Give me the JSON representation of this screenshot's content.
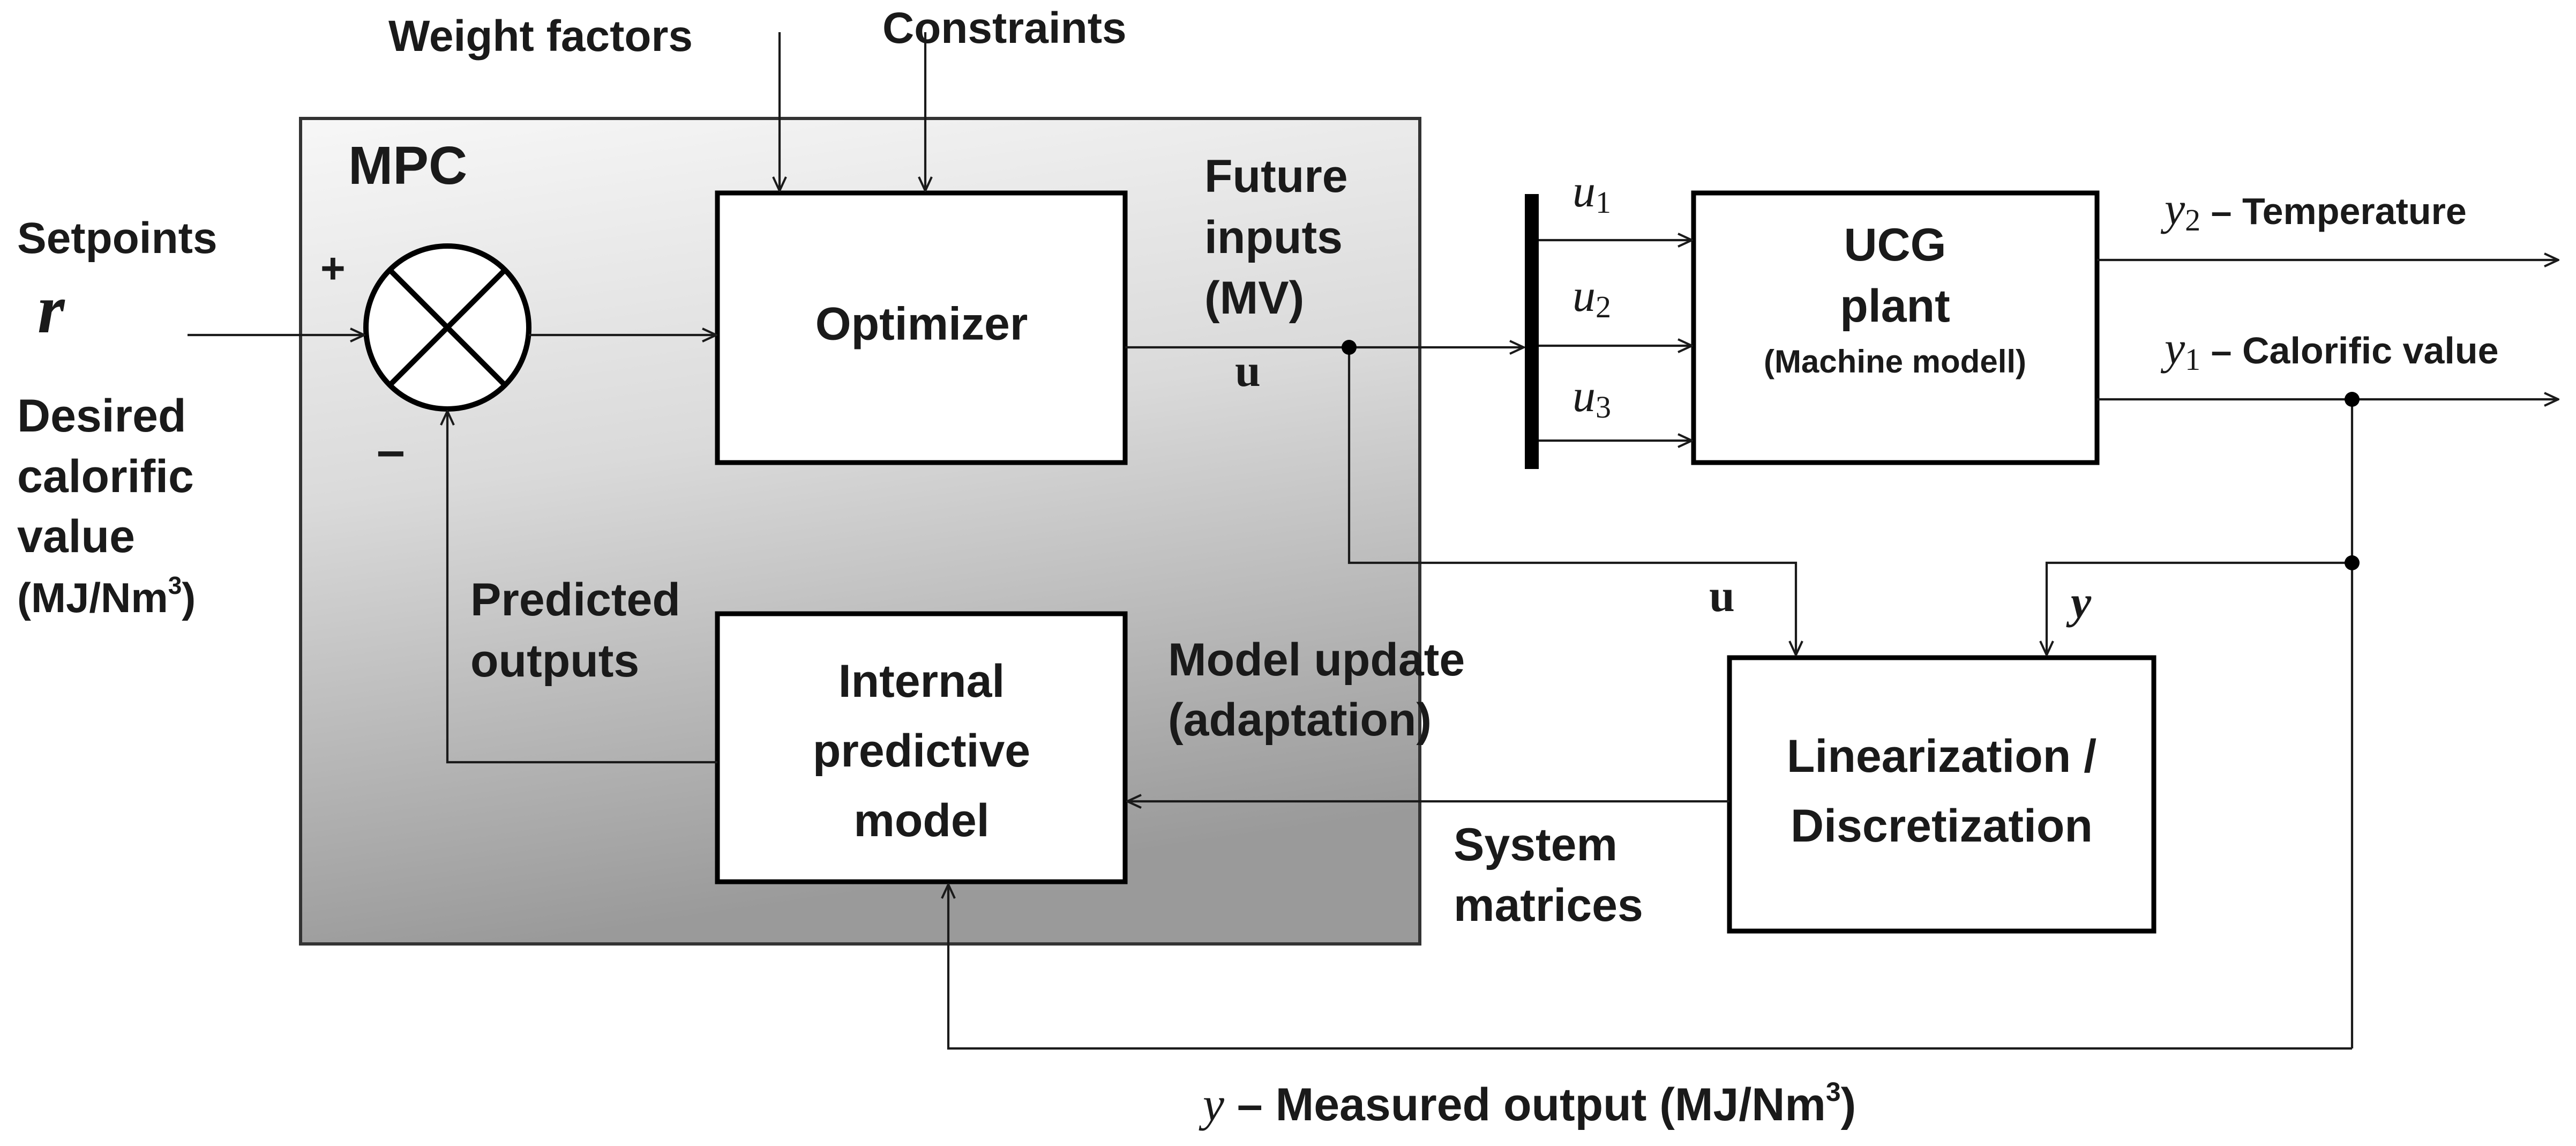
{
  "mpc": {
    "title": "MPC",
    "plus_sign": "+",
    "minus_sign": "–"
  },
  "blocks": {
    "optimizer": "Optimizer",
    "internal_model": [
      "Internal",
      "predictive",
      "model"
    ],
    "plant": [
      "UCG",
      "plant"
    ],
    "plant_subtitle": "(Machine modell)",
    "linearization": [
      "Linearization /",
      "Discretization"
    ]
  },
  "labels": {
    "weight_factors": "Weight factors",
    "constraints": "Constraints",
    "setpoints": "Setpoints",
    "r_symbol": "r",
    "desired": [
      "Desired",
      "calorific",
      "value"
    ],
    "desired_unit": "(MJ/Nm",
    "desired_unit_sup": "3",
    "desired_unit_close": ")",
    "future_inputs": [
      "Future",
      "inputs",
      "(MV)"
    ],
    "u_symbol": "u",
    "u_lower": "u",
    "inputs": [
      {
        "sym": "u",
        "sub": "1"
      },
      {
        "sym": "u",
        "sub": "2"
      },
      {
        "sym": "u",
        "sub": "3"
      }
    ],
    "y2_symbol": "y",
    "y2_sub": "2",
    "y2_text": " – Temperature",
    "y1_symbol": "y",
    "y1_sub": "1",
    "y1_text": " – Calorific value",
    "y_symbol": "y",
    "predicted_outputs": [
      "Predicted",
      "outputs"
    ],
    "model_update": [
      "Model update",
      "(adaptation)"
    ],
    "system_matrices": [
      "System",
      "matrices"
    ],
    "measured_symbol": "y",
    "measured_text": " – Measured output (MJ/Nm",
    "measured_sup": "3",
    "measured_close": ")"
  },
  "colors": {
    "mpc_gradient_top": "#f7f7f7",
    "mpc_gradient_bottom": "#9a9a9a",
    "stroke": "#1a1a1a"
  }
}
